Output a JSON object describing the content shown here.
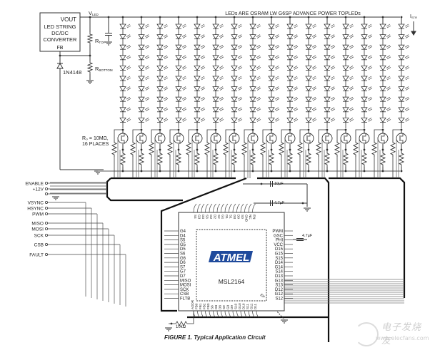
{
  "converter": {
    "lines": [
      "LED STRING",
      "DC/DC",
      "CONVERTER"
    ],
    "vout_label": "VOUT",
    "fb_label": "FB"
  },
  "vled_label": "V",
  "vled_sub": "LED",
  "rtop_label": "R",
  "rtop_sub": "TOP",
  "rbottom_label": "R",
  "rbottom_sub": "BOTTOM",
  "diode_label": "1N4148",
  "led_note": "LEDs ARE OSRAM LW G6SP ADVANCE POWER TOPLEDs",
  "istr_label": "I",
  "istr_sub": "STR",
  "rd_note": [
    "R₀ = 10MΩ,",
    "16 PLACES"
  ],
  "led_strings": 16,
  "leds_per_string": 10,
  "inputs": [
    "ENABLE",
    "+12V",
    "",
    "VSYNC",
    "HSYNC",
    "PWM",
    "MISO",
    "MOSI",
    "SCK",
    "CSB",
    "FAULT"
  ],
  "capacitors": {
    "c1": "10µF",
    "c2": "4.7µF",
    "c3": "4.7µF"
  },
  "ic": {
    "brand": "ATMEL",
    "brand_color": "#1f4a9c",
    "part": "MSL2164",
    "ep_label": "EP",
    "left_pins": [
      "G4",
      "D4",
      "S5",
      "G5",
      "D5",
      "S6",
      "G6",
      "D6",
      "S7",
      "G7",
      "D7",
      "MISO",
      "MOSI",
      "SCK",
      "CSB",
      "FLTB"
    ],
    "right_pins": [
      "PWM",
      "GSC",
      "PHI",
      "VCC",
      "D15",
      "G15",
      "S15",
      "D14",
      "G14",
      "S14",
      "D13",
      "G13",
      "S13",
      "D12",
      "G12",
      "S12"
    ],
    "top_pins": [
      "S4",
      "G3",
      "D3",
      "S3",
      "G2",
      "D2",
      "S2",
      "G1",
      "D1",
      "S1",
      "G0",
      "D0",
      "S0",
      "GND",
      "NC",
      "EN"
    ],
    "bottom_pins": [
      "ADDR",
      "FB0",
      "FB1",
      "FB2",
      "FB3",
      "S8",
      "G8",
      "D8",
      "S9",
      "G9",
      "D9",
      "S10",
      "G10",
      "D10",
      "S11",
      "G11",
      "D11"
    ]
  },
  "resistor_10k": "10kΩ",
  "caption": "FIGURE 1. Typical Application Circuit",
  "watermark": {
    "cn": "电子发烧友",
    "url": "www.elecfans.com"
  }
}
